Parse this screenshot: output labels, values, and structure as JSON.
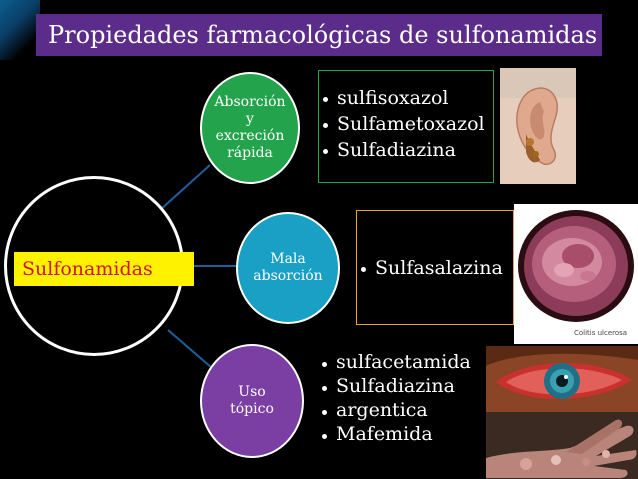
{
  "title": "Propiedades farmacológicas de sulfonamidas",
  "center": {
    "label": "Sulfonamidas"
  },
  "branches": [
    {
      "label_lines": [
        "Absorción",
        "y",
        "excreción",
        "rápida"
      ],
      "drugs": [
        "sulfisoxazol",
        "Sulfametoxazol",
        "Sulfadiazina"
      ]
    },
    {
      "label_lines": [
        "Mala",
        "absorción"
      ],
      "drugs": [
        "Sulfasalazina"
      ]
    },
    {
      "label_lines": [
        "Uso",
        "tópico"
      ],
      "drugs": [
        "sulfacetamida",
        "Sulfadiazina",
        "argentica",
        "Mafemida"
      ]
    }
  ],
  "images": {
    "colon_caption": "Colitis ulcerosa"
  },
  "colors": {
    "title_bg": "#5b2c8a",
    "absorption_circle": "#23a34b",
    "malabsorption_circle": "#1aa0c4",
    "topical_circle": "#7b3fa3",
    "center_label_bg": "#fff200",
    "center_label_text": "#d0161f",
    "connector": "#1f5f9a"
  }
}
